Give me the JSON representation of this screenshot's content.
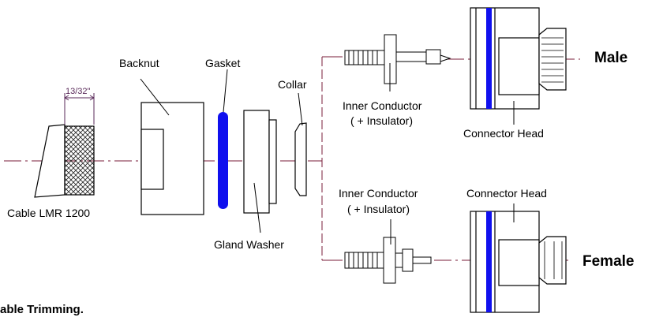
{
  "labels": {
    "backnut": "Backnut",
    "gasket": "Gasket",
    "collar": "Collar",
    "dimension": "13/32\"",
    "cable": "Cable LMR 1200",
    "gland_washer": "Gland Washer",
    "inner_conductor_top": "Inner Conductor",
    "insulator_top": "( + Insulator)",
    "connector_head_top": "Connector Head",
    "male": "Male",
    "inner_conductor_bottom": "Inner Conductor",
    "insulator_bottom": "( + Insulator)",
    "connector_head_bottom": "Connector Head",
    "female": "Female",
    "caption": "able Trimming."
  },
  "colors": {
    "line": "#000000",
    "gasket": "#1010ee",
    "centerline": "#7a1e3a",
    "dimension": "#5a2a5a"
  }
}
